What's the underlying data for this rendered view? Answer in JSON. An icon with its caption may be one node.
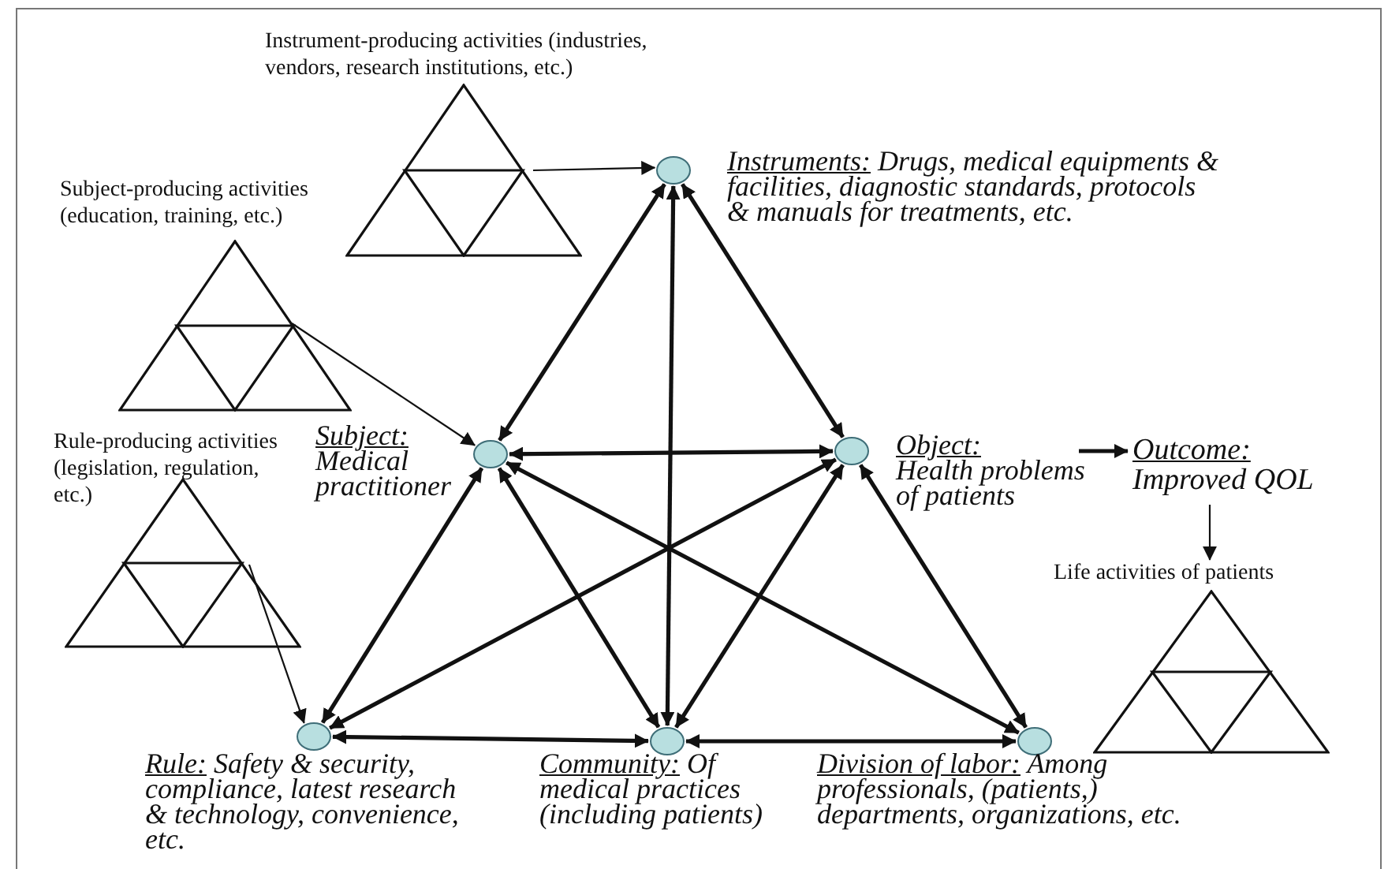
{
  "diagram": {
    "nodes": [
      {
        "text": [
          "Instrument-producing activities (industries, vendors, research institutions, etc.)"
        ]
      },
      {
        "text": [
          "Subject-producing activities (education, training, etc.)"
        ]
      },
      {
        "text": [
          "Rule-producing activities (legislation, regulation, etc.)"
        ]
      },
      {
        "text": [],
        "shape": "circle",
        "beside": [
          "Instruments:",
          "Drugs, medical equipments & facilities, diagnostic standards, protocols & manuals for treatments, etc."
        ]
      },
      {
        "text": [],
        "shape": "circle",
        "beside": [
          "Subject:",
          "Medical practitioner"
        ]
      },
      {
        "text": [],
        "shape": "circle",
        "beside": [
          "Object:",
          "Health problems of patients"
        ]
      },
      {
        "text": [
          "Outcome:",
          "Improved QOL"
        ]
      },
      {
        "text": [
          "Life activities of patients"
        ]
      },
      {
        "text": [],
        "shape": "circle",
        "beside": [
          "Rule:",
          "Safety & security, compliance, latest research & technology, convenience, etc."
        ]
      },
      {
        "text": [],
        "shape": "circle",
        "beside": [
          "Community:",
          "Of medical practices (including patients)"
        ]
      },
      {
        "text": [],
        "shape": "circle",
        "beside": [
          "Division of labor:",
          "Among professionals, (patients,) departments, organizations, etc."
        ]
      }
    ],
    "edges": [
      {
        "from": 0,
        "to": 3,
        "arrow": "to"
      },
      {
        "from": 1,
        "to": 4,
        "arrow": "to"
      },
      {
        "from": 2,
        "to": 8,
        "arrow": "to"
      },
      {
        "from": 3,
        "to": 4,
        "arrow": "both"
      },
      {
        "from": 3,
        "to": 5,
        "arrow": "both"
      },
      {
        "from": 3,
        "to": 9,
        "arrow": "both"
      },
      {
        "from": 4,
        "to": 5,
        "arrow": "both"
      },
      {
        "from": 4,
        "to": 8,
        "arrow": "both"
      },
      {
        "from": 4,
        "to": 9,
        "arrow": "both"
      },
      {
        "from": 4,
        "to": 10,
        "arrow": "both"
      },
      {
        "from": 5,
        "to": 8,
        "arrow": "both"
      },
      {
        "from": 5,
        "to": 9,
        "arrow": "both"
      },
      {
        "from": 5,
        "to": 10,
        "arrow": "both"
      },
      {
        "from": 8,
        "to": 9,
        "arrow": "both"
      },
      {
        "from": 9,
        "to": 10,
        "arrow": "both"
      },
      {
        "from": 5,
        "to": 6,
        "arrow": "to"
      },
      {
        "from": 6,
        "to": 7,
        "arrow": "to"
      }
    ]
  }
}
